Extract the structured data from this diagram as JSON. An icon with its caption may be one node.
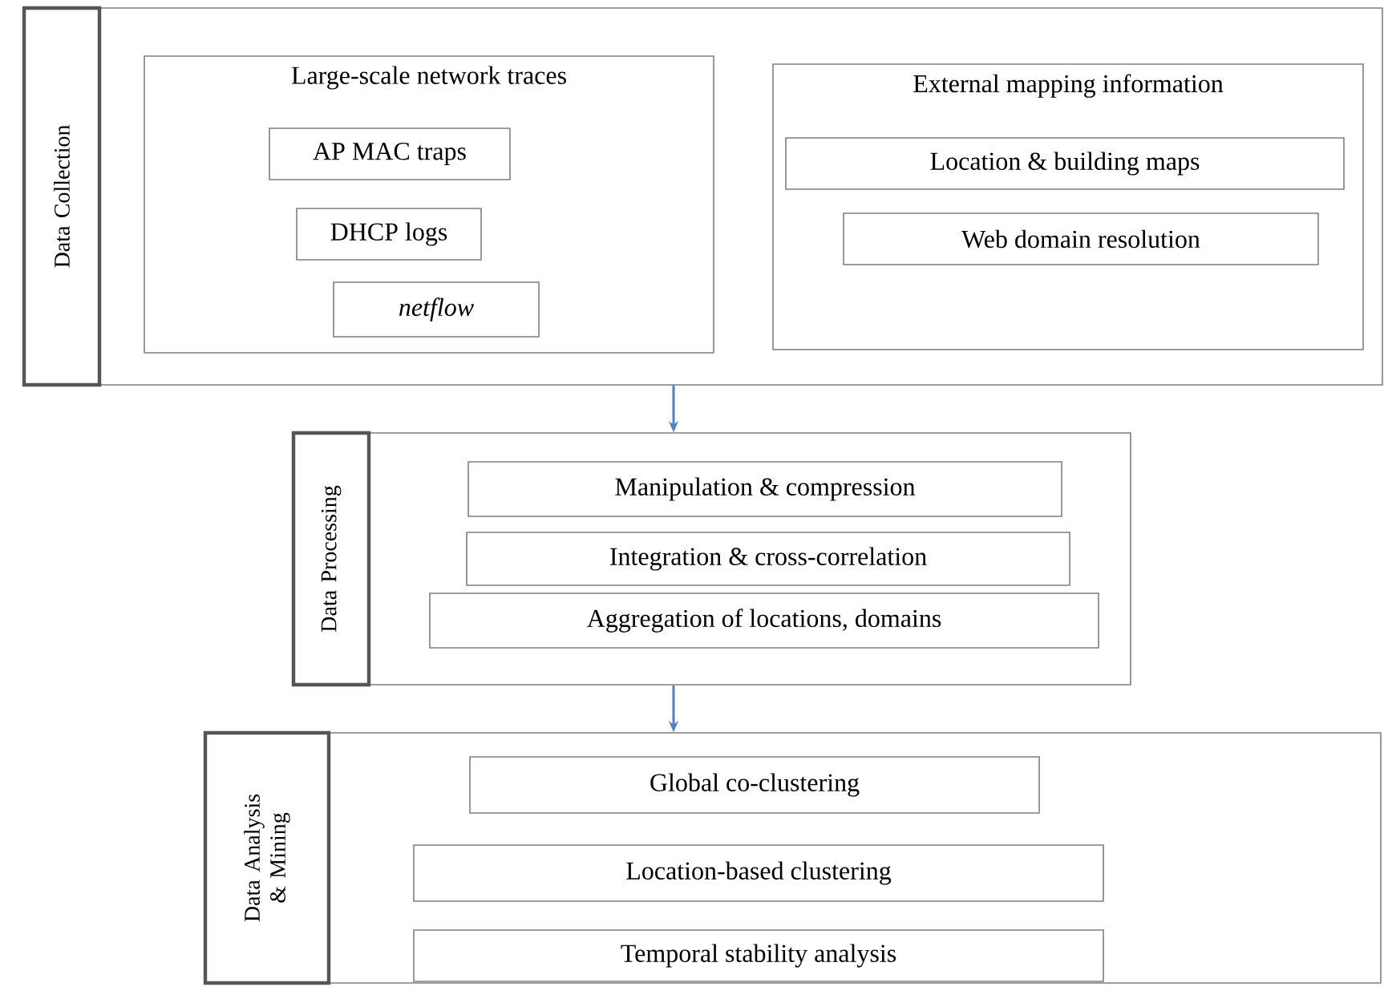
{
  "diagram": {
    "nodes": [
      {
        "text": [
          "Data Collection"
        ]
      },
      {
        "text": [
          "Large-scale network traces"
        ],
        "in": 0
      },
      {
        "text": [
          "AP MAC traps"
        ],
        "in": 1
      },
      {
        "text": [
          "DHCP logs"
        ],
        "in": 1
      },
      {
        "text": [
          "netflow"
        ],
        "in": 1
      },
      {
        "text": [
          "External mapping information"
        ],
        "in": 0
      },
      {
        "text": [
          "Location & building maps"
        ],
        "in": 5
      },
      {
        "text": [
          "Web domain resolution"
        ],
        "in": 5
      },
      {
        "text": [
          "Data Processing"
        ]
      },
      {
        "text": [
          "Manipulation & compression"
        ],
        "in": 8
      },
      {
        "text": [
          "Integration & cross-correlation"
        ],
        "in": 8
      },
      {
        "text": [
          "Aggregation of locations, domains"
        ],
        "in": 8
      },
      {
        "text": [
          "Data Analysis & Mining"
        ]
      },
      {
        "text": [
          "Global co-clustering"
        ],
        "in": 12
      },
      {
        "text": [
          "Location-based clustering"
        ],
        "in": 12
      },
      {
        "text": [
          "Temporal stability analysis"
        ],
        "in": 12
      }
    ],
    "edges": [
      {
        "from": 0,
        "to": 8,
        "arrow": "to"
      },
      {
        "from": 8,
        "to": 12,
        "arrow": "to"
      }
    ]
  }
}
